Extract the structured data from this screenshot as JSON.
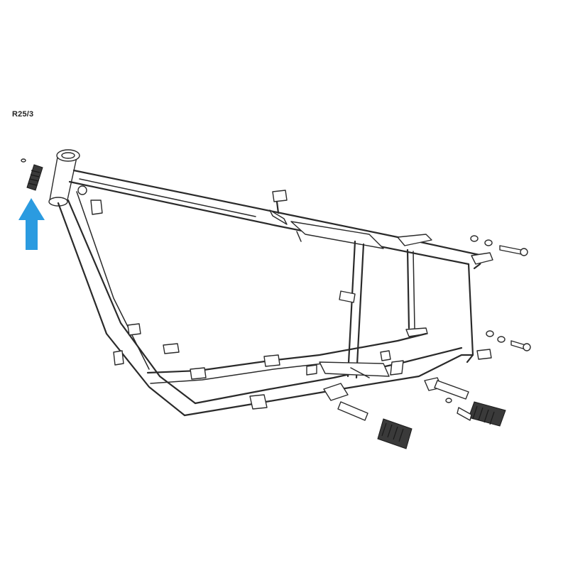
{
  "label": {
    "model": "R25/3"
  },
  "colors": {
    "arrow": "#2b9be0",
    "line": "#2a2a2a",
    "background": "#ffffff"
  },
  "diagram": {
    "subject": "motorcycle-frame",
    "highlighted_part": "steering-head-spring",
    "arrow_direction": "up"
  }
}
